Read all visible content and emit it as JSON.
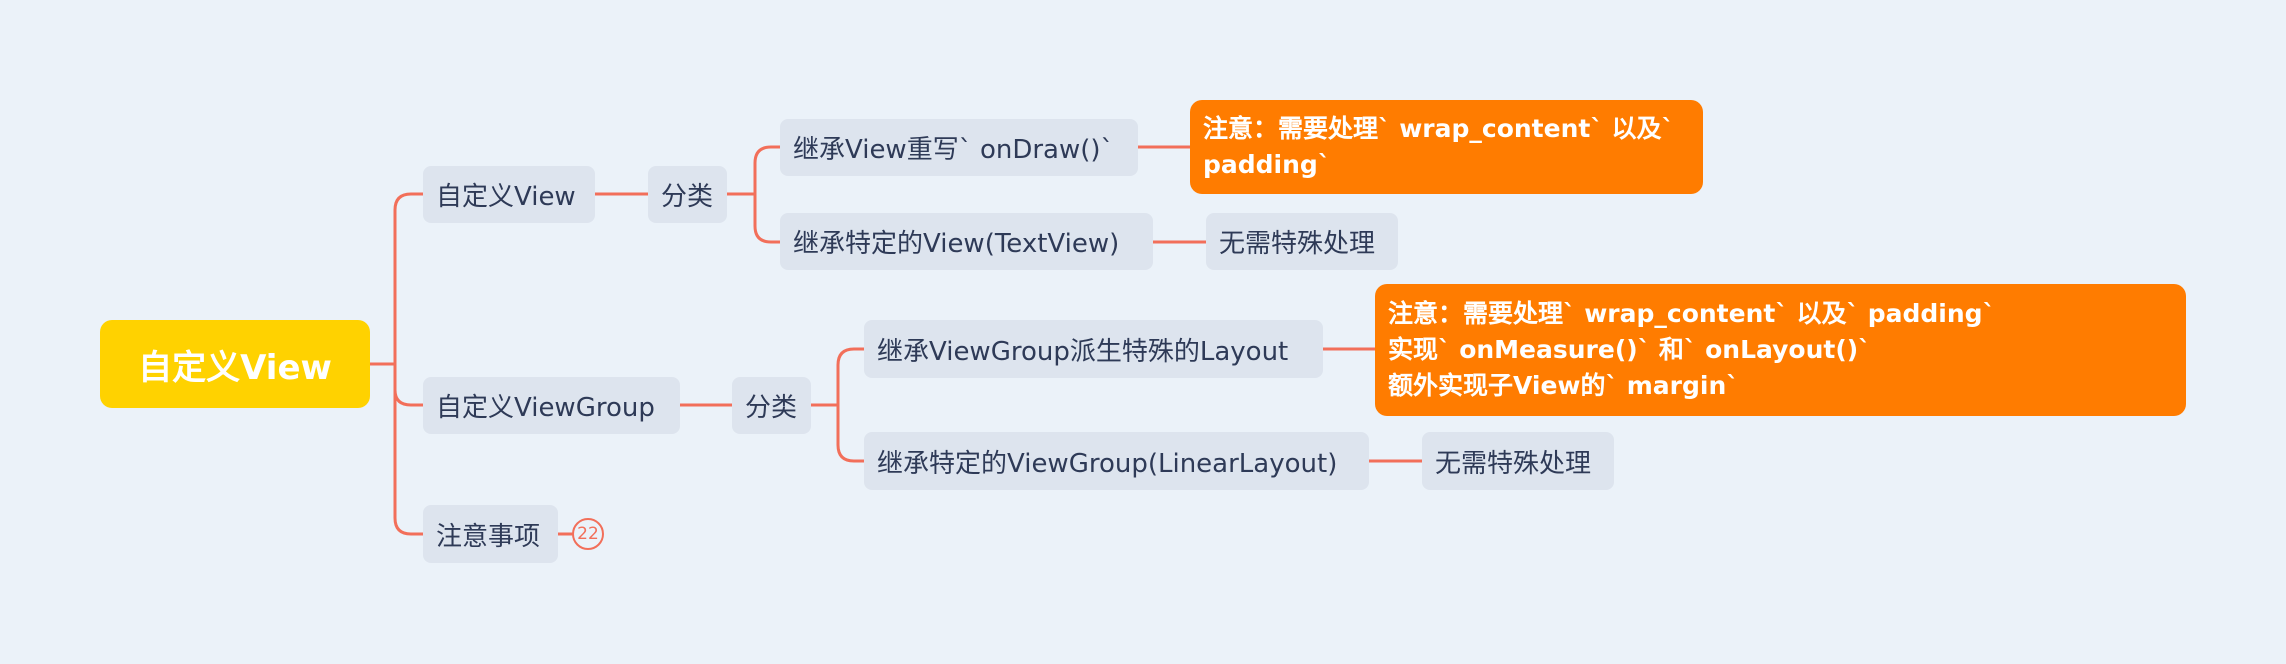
{
  "root": {
    "label": "自定义View"
  },
  "custom_view": {
    "label": "自定义View",
    "category": {
      "label": "分类"
    },
    "items": [
      {
        "label": "继承View重写` onDraw()`",
        "note": [
          "注意：需要处理` wrap_content` 以及`",
          "padding`"
        ]
      },
      {
        "label": "继承特定的View(TextView)",
        "note": [
          "无需特殊处理"
        ]
      }
    ]
  },
  "custom_viewgroup": {
    "label": "自定义ViewGroup",
    "category": {
      "label": "分类"
    },
    "items": [
      {
        "label": "继承ViewGroup派生特殊的Layout",
        "note": [
          "注意：需要处理` wrap_content` 以及` padding`",
          "实现` onMeasure()` 和` onLayout()`",
          "额外实现子View的` margin`"
        ]
      },
      {
        "label": "继承特定的ViewGroup(LinearLayout)",
        "note": [
          "无需特殊处理"
        ]
      }
    ]
  },
  "notes_topic": {
    "label": "注意事项",
    "collapsed_count": "22"
  },
  "colors": {
    "background": "#ebf2f9",
    "root": "#ffd200",
    "topic": "#dde4ee",
    "note_highlight": "#ff7c00",
    "connector": "#f26f5a",
    "text": "#2e3a57"
  }
}
